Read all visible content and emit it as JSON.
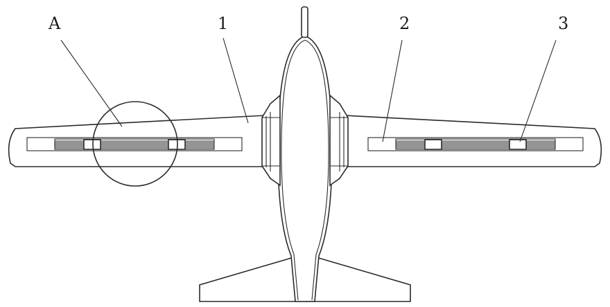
{
  "figure": {
    "labels": {
      "label_a": "A",
      "label_1": "1",
      "label_2": "2",
      "label_3": "3"
    }
  }
}
